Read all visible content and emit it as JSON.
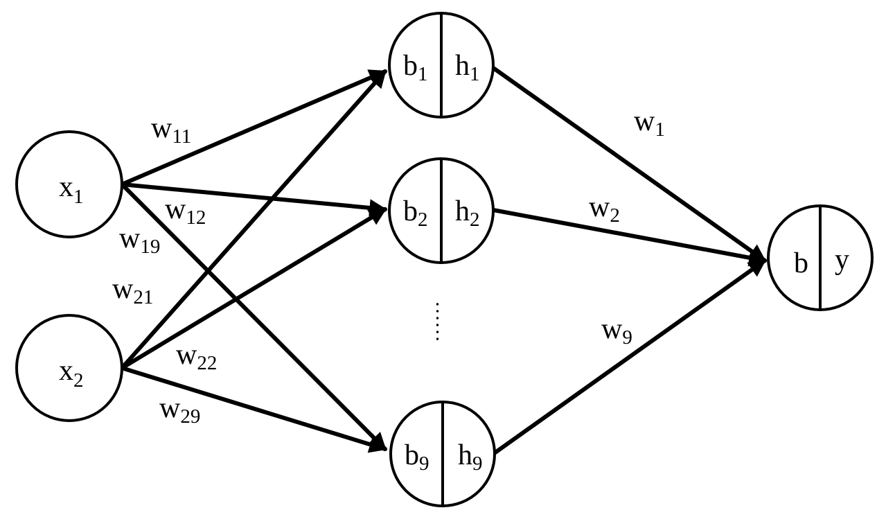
{
  "inputs": [
    {
      "letter": "x",
      "sub": "1"
    },
    {
      "letter": "x",
      "sub": "2"
    }
  ],
  "hidden": [
    {
      "bias_letter": "b",
      "bias_sub": "1",
      "act_letter": "h",
      "act_sub": "1"
    },
    {
      "bias_letter": "b",
      "bias_sub": "2",
      "act_letter": "h",
      "act_sub": "2"
    },
    {
      "bias_letter": "b",
      "bias_sub": "9",
      "act_letter": "h",
      "act_sub": "9"
    }
  ],
  "output": {
    "bias": "b",
    "value": "y"
  },
  "weights_input": [
    {
      "letter": "w",
      "sub": "11"
    },
    {
      "letter": "w",
      "sub": "12"
    },
    {
      "letter": "w",
      "sub": "19"
    },
    {
      "letter": "w",
      "sub": "21"
    },
    {
      "letter": "w",
      "sub": "22"
    },
    {
      "letter": "w",
      "sub": "29"
    }
  ],
  "weights_output": [
    {
      "letter": "w",
      "sub": "1"
    },
    {
      "letter": "w",
      "sub": "2"
    },
    {
      "letter": "w",
      "sub": "9"
    }
  ],
  "ellipsis": "……"
}
